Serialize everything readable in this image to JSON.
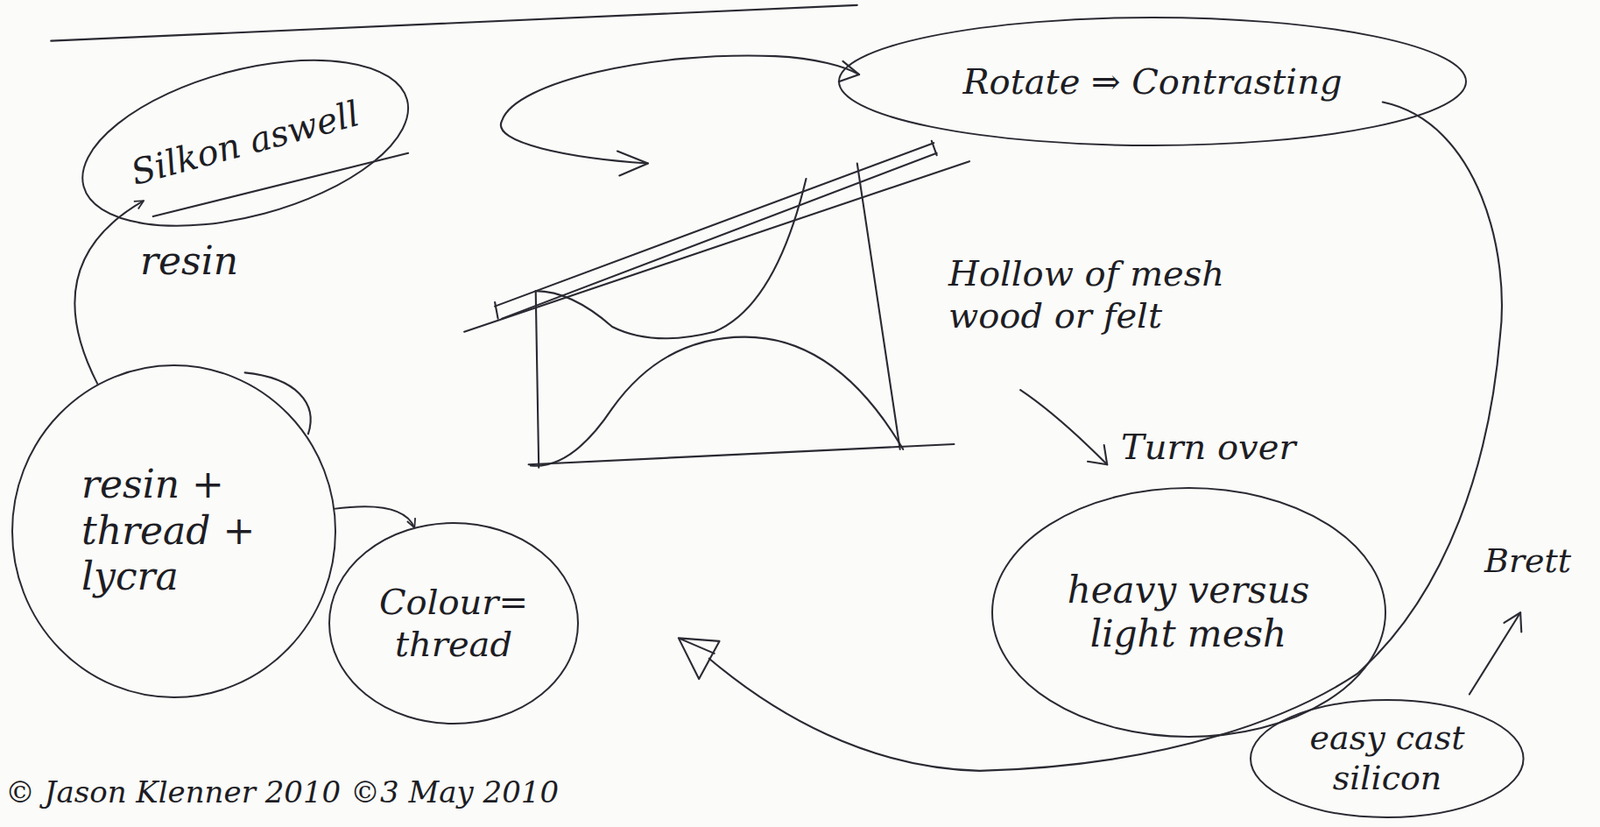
{
  "diagram": {
    "nodes": [
      {
        "text": [
          "Silkon aswell"
        ]
      },
      {
        "text": [
          "Rotate ⇒ Contrasting"
        ]
      },
      {
        "text": [
          "resin + thread + lycra"
        ]
      },
      {
        "text": [
          "Colour= thread"
        ]
      },
      {
        "text": [
          "heavy versus light mesh"
        ]
      },
      {
        "text": [
          "easy cast silicon"
        ]
      }
    ],
    "edges": [
      {
        "from": 2,
        "to": 0,
        "arrow": "to"
      },
      {
        "from": 2,
        "to": 3,
        "arrow": "to"
      }
    ],
    "labels": [
      "resin",
      "Hollow of mesh wood or felt",
      "Turn over",
      "Brett",
      "© Jason Klenner 2010 ©3 May 2010"
    ]
  }
}
